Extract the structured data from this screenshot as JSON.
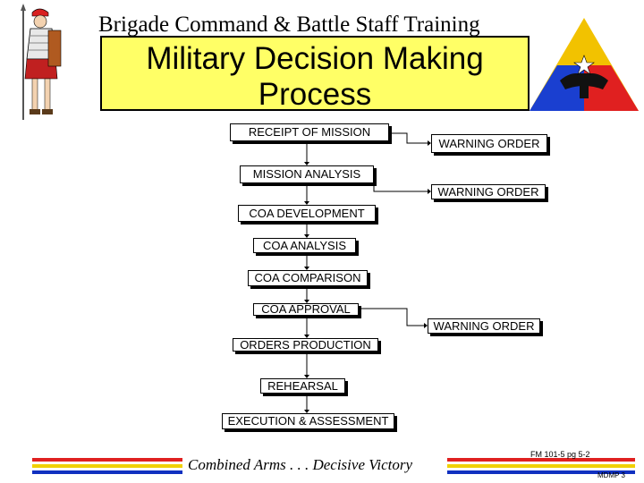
{
  "header": {
    "subtitle": "Brigade Command & Battle Staff Training"
  },
  "title": {
    "line1": "Military Decision Making",
    "line2": "Process"
  },
  "steps": [
    "RECEIPT OF MISSION",
    "MISSION ANALYSIS",
    "COA DEVELOPMENT",
    "COA ANALYSIS",
    "COA COMPARISON",
    "COA APPROVAL",
    "ORDERS PRODUCTION",
    "REHEARSAL",
    "EXECUTION & ASSESSMENT"
  ],
  "warning_orders": [
    "WARNING ORDER",
    "WARNING ORDER",
    "WARNING ORDER"
  ],
  "footer": {
    "slogan": "Combined Arms . . . Decisive Victory",
    "reference": "FM 101-5 pg 5-2",
    "code": "MDMP 3"
  },
  "colors": {
    "title_fill": "#ffff66",
    "stripe_red": "#e02020",
    "stripe_yellow": "#f0d000",
    "stripe_blue": "#1030c0",
    "patch_yellow": "#f2c200",
    "patch_blue": "#1a3fd0",
    "patch_red": "#e02020"
  },
  "icons": [
    "roman-soldier-icon",
    "armor-patch-icon"
  ]
}
